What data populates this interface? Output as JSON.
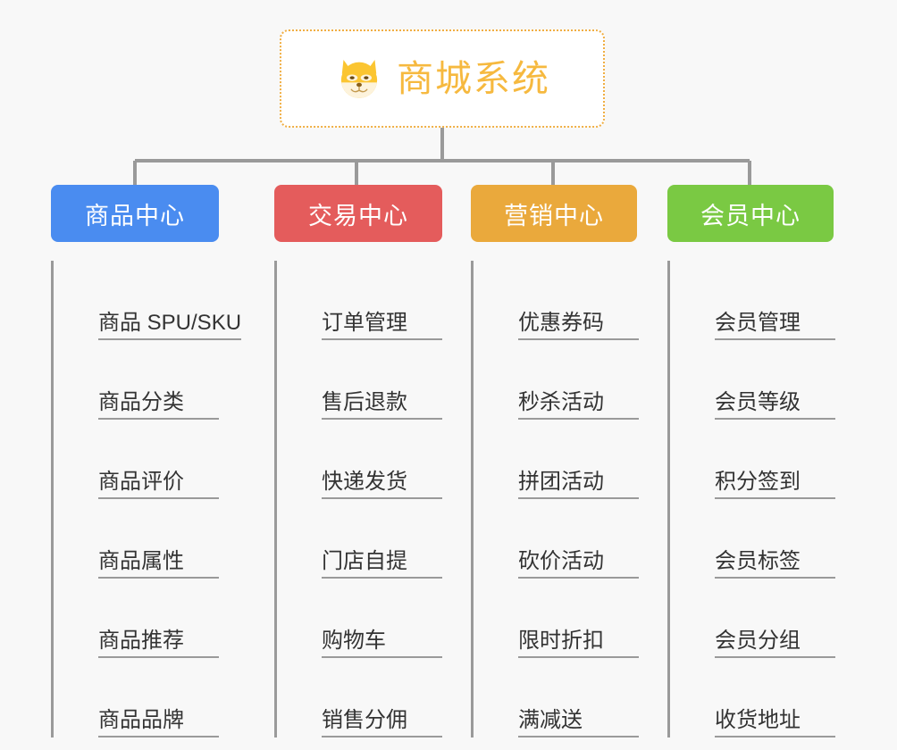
{
  "page": {
    "background_color": "#f8f8f8",
    "type": "mindmap"
  },
  "root": {
    "title": "商城系统",
    "icon": "shiba-dog-face-icon",
    "text_color": "#f6b93f",
    "border_color": "#f0ae43",
    "background_color": "#ffffff"
  },
  "branches": [
    {
      "label": "商品中心",
      "color": "#4a8cf0",
      "items": [
        "商品 SPU/SKU",
        "商品分类",
        "商品评价",
        "商品属性",
        "商品推荐",
        "商品品牌"
      ]
    },
    {
      "label": "交易中心",
      "color": "#e45c5c",
      "items": [
        "订单管理",
        "售后退款",
        "快递发货",
        "门店自提",
        "购物车",
        "销售分佣"
      ]
    },
    {
      "label": "营销中心",
      "color": "#eaa93c",
      "items": [
        "优惠券码",
        "秒杀活动",
        "拼团活动",
        "砍价活动",
        "限时折扣",
        "满减送"
      ]
    },
    {
      "label": "会员中心",
      "color": "#7ac943",
      "items": [
        "会员管理",
        "会员等级",
        "积分签到",
        "会员标签",
        "会员分组",
        "收货地址"
      ]
    }
  ],
  "connector": {
    "color": "#9a9a9a"
  }
}
